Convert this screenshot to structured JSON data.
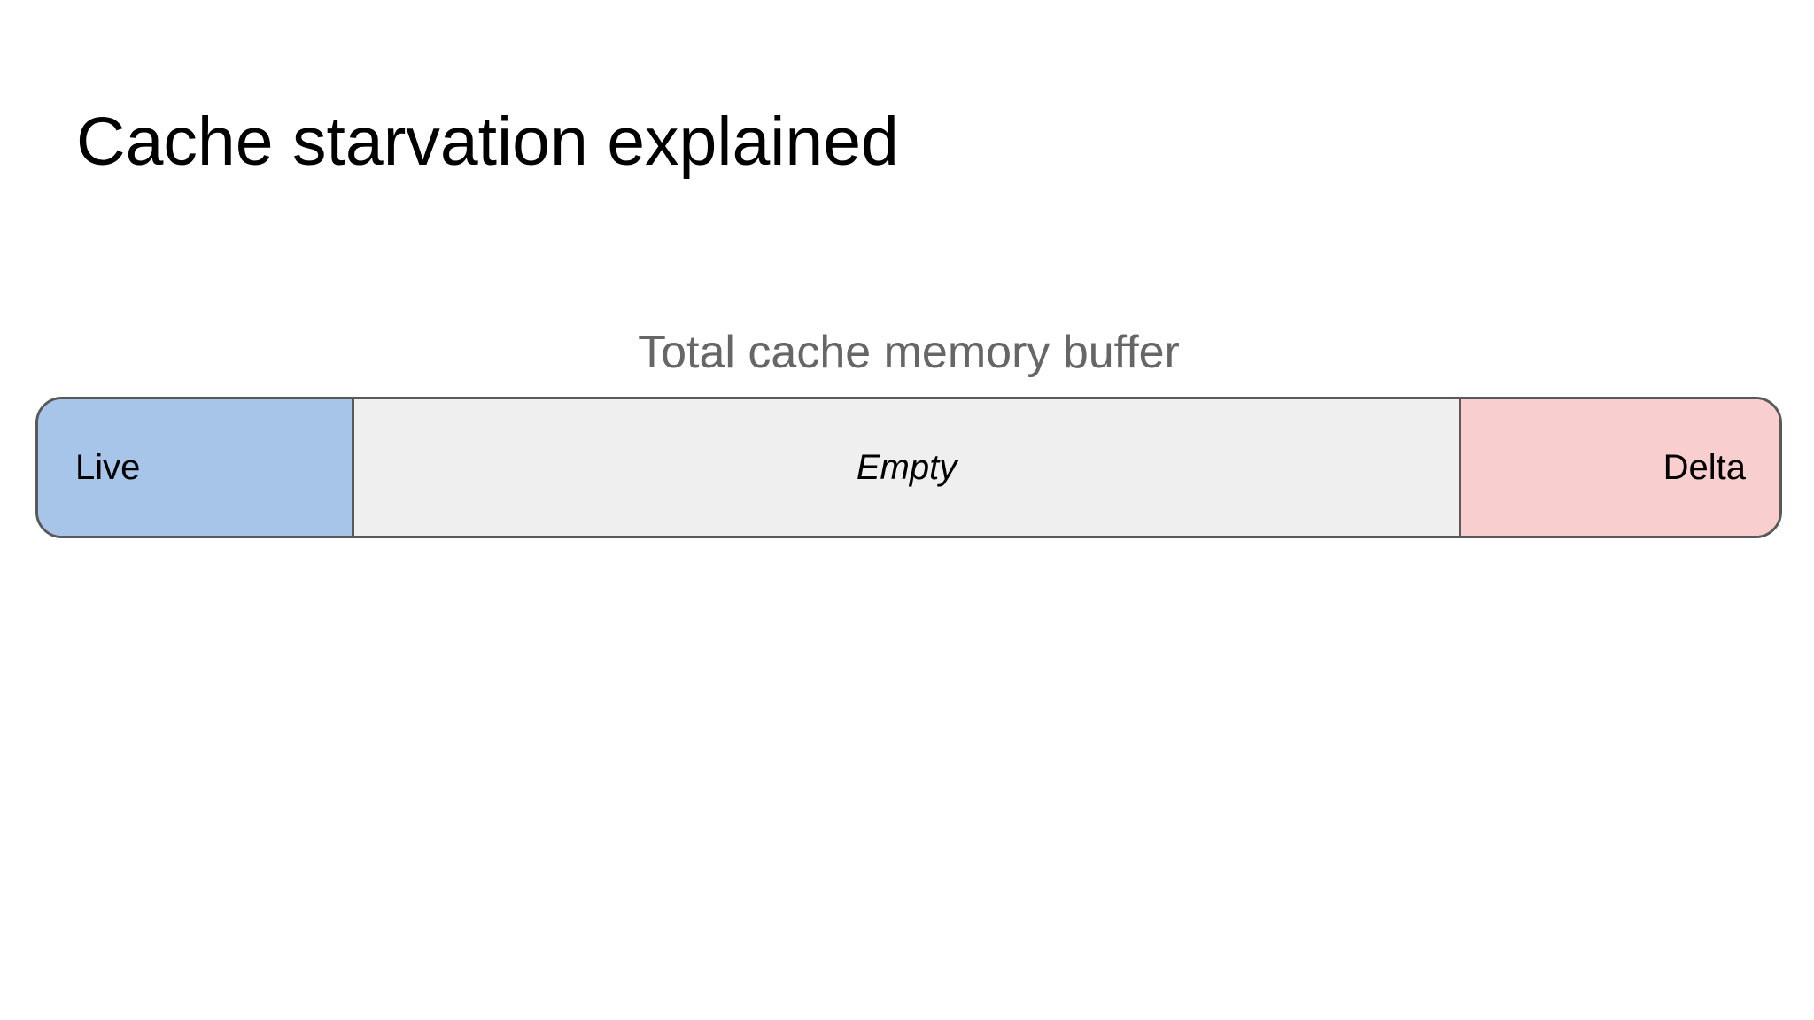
{
  "slide": {
    "title": "Cache starvation explained",
    "caption": "Total cache memory buffer"
  },
  "diagram": {
    "bar_name": "Total cache memory buffer",
    "border_color": "#595959",
    "caption_color": "#666666",
    "title_color": "#000000",
    "segments": [
      {
        "label": "Live",
        "color": "#a7c4e9",
        "share_pct": 18.2,
        "text_style": "normal",
        "text_align": "left"
      },
      {
        "label": "Empty",
        "color": "#efefef",
        "share_pct": 63.6,
        "text_style": "italic",
        "text_align": "center"
      },
      {
        "label": "Delta",
        "color": "#f9cece",
        "share_pct": 18.2,
        "text_style": "normal",
        "text_align": "right"
      }
    ]
  }
}
